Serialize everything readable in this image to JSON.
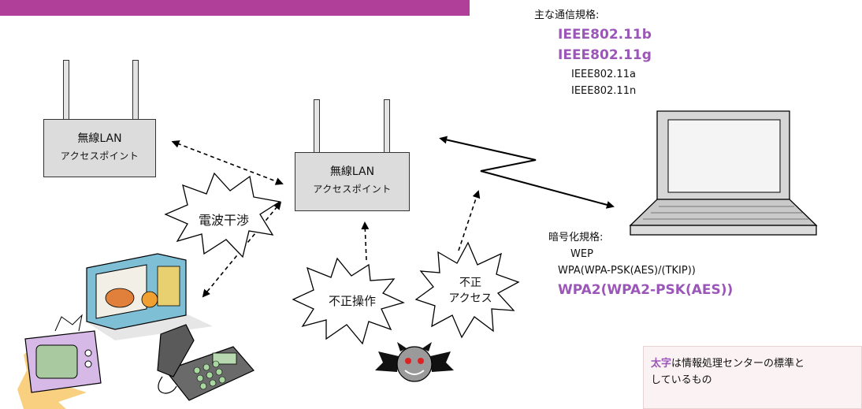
{
  "access_point_left": {
    "line1": "無線LAN",
    "line2": "アクセスポイント"
  },
  "access_point_center": {
    "line1": "無線LAN",
    "line2": "アクセスポイント"
  },
  "communication_standards": {
    "label": "主な通信規格:",
    "items": [
      {
        "text": "IEEE802.11b",
        "bold": true
      },
      {
        "text": "IEEE802.11g",
        "bold": true
      },
      {
        "text": "IEEE802.11a",
        "bold": false
      },
      {
        "text": "IEEE802.11n",
        "bold": false
      }
    ]
  },
  "encryption_standards": {
    "label": "暗号化規格:",
    "items": [
      {
        "text": "WEP",
        "bold": false
      },
      {
        "text": "WPA(WPA-PSK(AES)/(TKIP))",
        "bold": false
      },
      {
        "text": "WPA2(WPA2-PSK(AES))",
        "bold": true
      }
    ]
  },
  "bursts": {
    "interference": "電波干渉",
    "tampering": "不正操作",
    "unauthorized_line1": "不正",
    "unauthorized_line2": "アクセス"
  },
  "note": {
    "bold": "太字",
    "rest_line1": "は情報処理センターの標準と",
    "line2": "しているもの"
  },
  "colors": {
    "accent": "#9b57b8",
    "banner": "#b03f9a",
    "box_fill": "#dcdcdc"
  }
}
